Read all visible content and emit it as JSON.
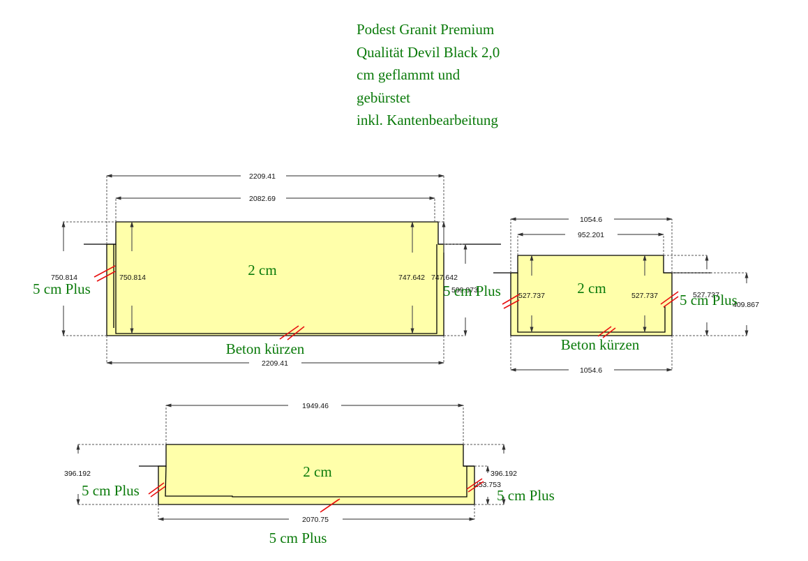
{
  "note": {
    "lines": [
      "Podest Granit Premium",
      "Qualität Devil Black 2,0",
      "cm geflammt und",
      "gebürstet",
      "inkl. Kantenbearbeitung"
    ]
  },
  "colors": {
    "stone_fill": "#ffffaa",
    "label_green": "#0a7a0a",
    "cut_marker_red": "#e81010"
  },
  "piece1": {
    "thickness_label": "2 cm",
    "dim_top_outer": "2209.41",
    "dim_top_inner": "2082.69",
    "dim_bottom": "2209.41",
    "dim_left_outer": "750.814",
    "dim_left_inner": "750.814",
    "dim_right_inner": "747.642",
    "dim_right_outer": "747.642",
    "dim_right_step": "599.873",
    "label_left": "5 cm Plus",
    "label_right": "5 cm Plus",
    "label_bottom": "Beton kürzen"
  },
  "piece2": {
    "thickness_label": "2 cm",
    "dim_top_outer": "1054.6",
    "dim_top_inner": "952.201",
    "dim_bottom": "1054.6",
    "dim_left_inner": "527.737",
    "dim_right_inner": "527.737",
    "dim_right_overlap": "527.737",
    "dim_right_outer": "409.867",
    "label_left": "5 cm Plus",
    "label_right": "5 cm Plus",
    "label_bottom": "Beton kürzen"
  },
  "piece3": {
    "thickness_label": "2 cm",
    "dim_top": "1949.46",
    "dim_bottom": "2070.75",
    "dim_left": "396.192",
    "dim_right_outer": "396.192",
    "dim_right_inner": "253.753",
    "label_left": "5 cm Plus",
    "label_right": "5 cm Plus",
    "label_bottom": "5 cm Plus"
  }
}
